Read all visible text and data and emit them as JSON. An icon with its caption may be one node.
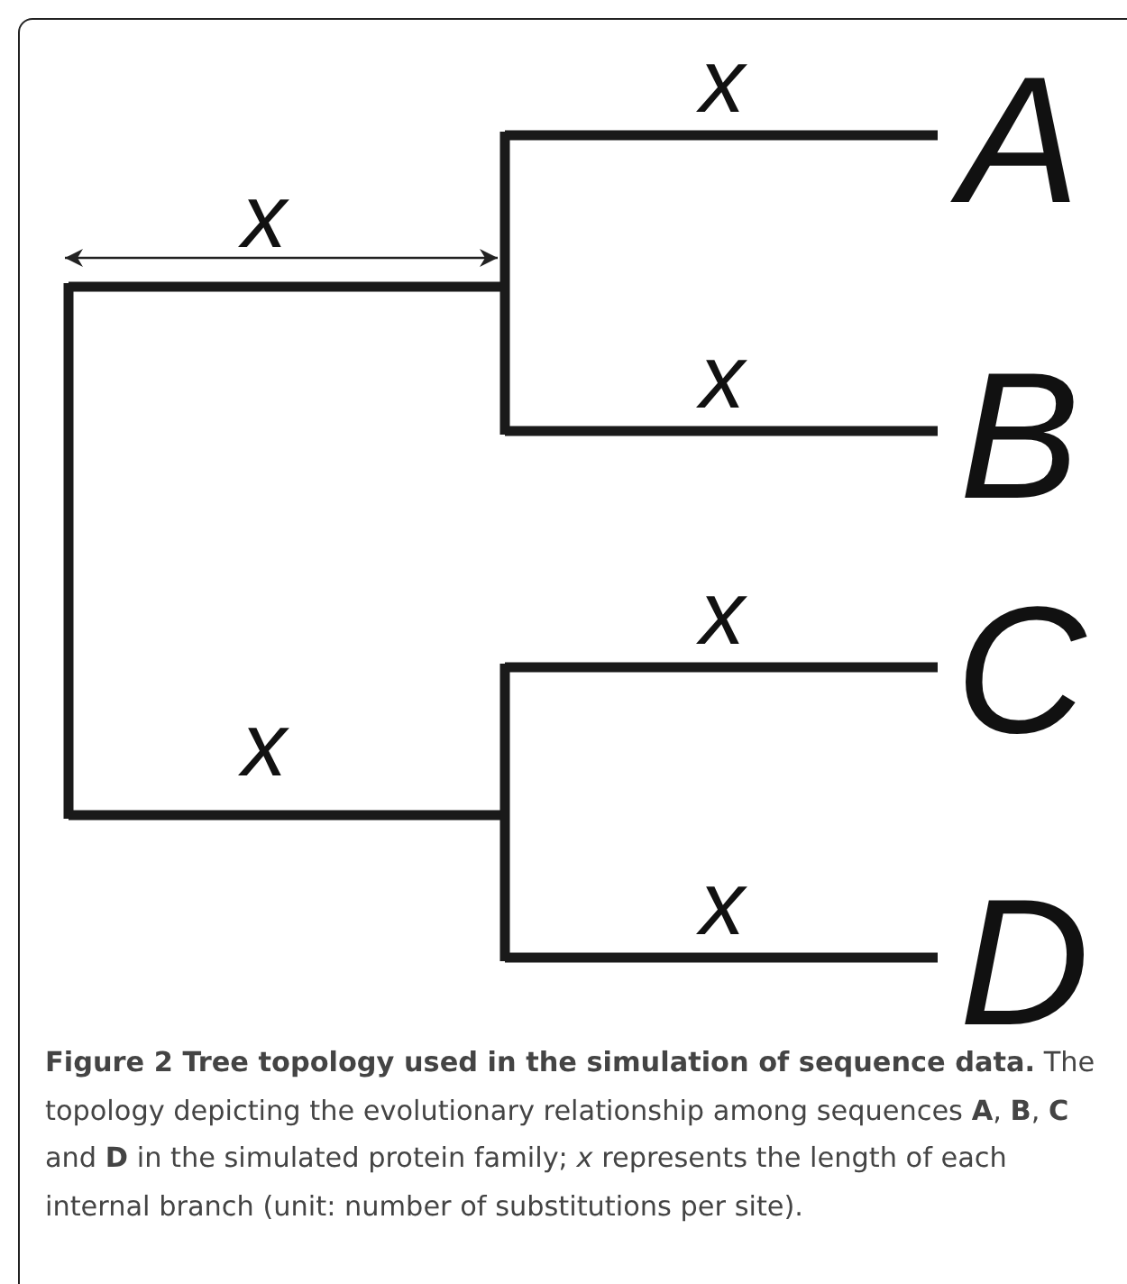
{
  "diagram": {
    "caption": "**Figure 2 Tree topology used in the simulation of sequence data.** The topology depicting the evolutionary relationship among sequences **A**, **B**, **C** and **D** in the simulated protein family; *x* represents the length of each internal branch (unit: number of substitutions per site).",
    "labels": [
      "x",
      "A",
      "x",
      "x",
      "B",
      "x",
      "C",
      "x",
      "x",
      "D"
    ]
  }
}
